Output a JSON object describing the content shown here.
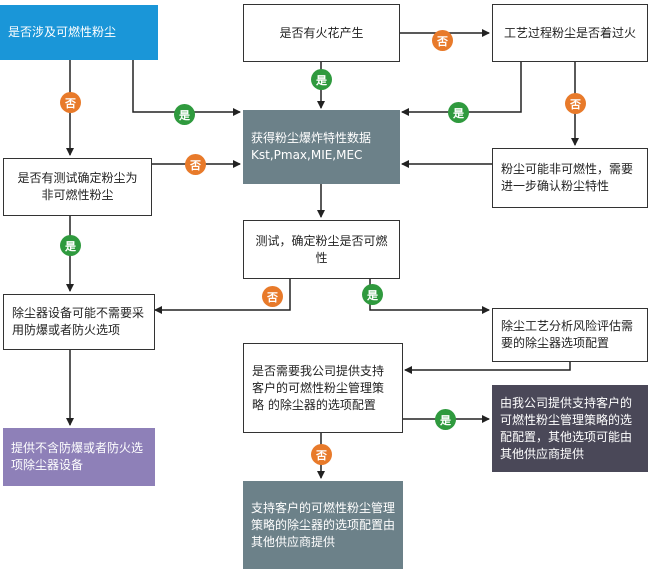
{
  "nodes": {
    "dust_involved": "是否涉及可燃性粉尘",
    "spark": "是否有火花产生",
    "process_ignite": "工艺过程粉尘是否着过火",
    "get_data": "获得粉尘爆炸特性数据 Kst,Pmax,MIE,MEC",
    "test_confirmed": "是否有测试确定粉尘为非可燃性粉尘",
    "maybe_nonflammable": "粉尘可能非可燃性，需要进一步确认粉尘特性",
    "test_flammable": "测试，确定粉尘是否可燃性",
    "no_explosion_proof": "除尘器设备可能不需要采用防爆或者防火选项",
    "risk_assessment": "除尘工艺分析风险评估需要的除尘器选项配置",
    "need_support": "是否需要我公司提供支持客户的可燃性粉尘管理策略 的除尘器的选项配置",
    "our_company": "由我公司提供支持客户的可燃性粉尘管理策略的选配配置，其他选项可能由其他供应商提供",
    "provide_plain": "提供不含防爆或者防火选项除尘器设备",
    "other_supplier": "支持客户的可燃性粉尘管理策略的除尘器的选项配置由其他供应商提供"
  },
  "labels": {
    "yes": "是",
    "no": "否"
  },
  "colors": {
    "blue": "#1a96d8",
    "slate": "#6c8189",
    "purple": "#8e80b8",
    "dark": "#4a4858",
    "yes_badge": "#2f9a3e",
    "no_badge": "#e87a2a"
  }
}
